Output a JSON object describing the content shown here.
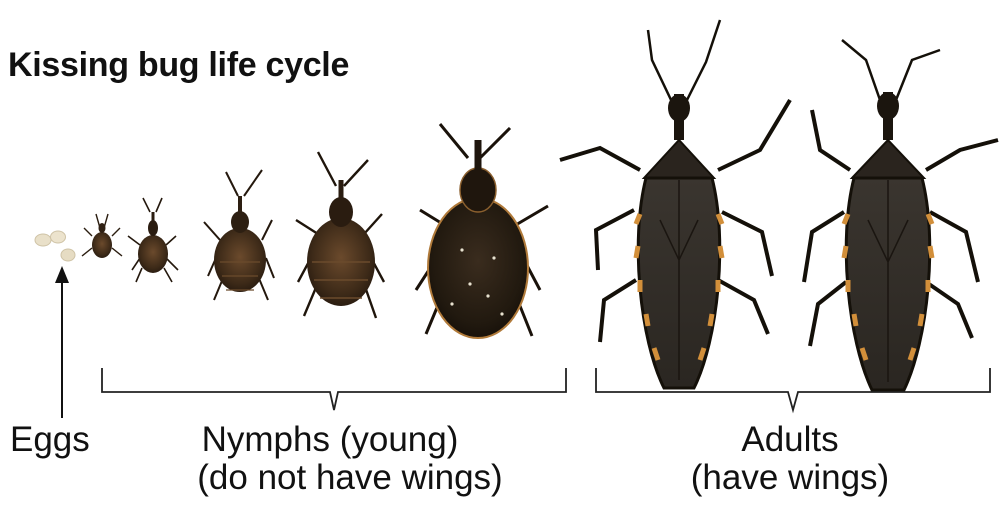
{
  "title": "Kissing bug life cycle",
  "labels": {
    "eggs": "Eggs",
    "nymphs_line1": "Nymphs (young)",
    "nymphs_line2": "(do not have wings)",
    "adults_line1": "Adults",
    "adults_line2": "(have wings)"
  },
  "colors": {
    "bug_dark": "#2a211b",
    "bug_brown": "#4a3320",
    "nymph_brown": "#5a3d24",
    "stripe_orange": "#c8893a",
    "egg": "#e8dfc8",
    "line": "#111111"
  }
}
